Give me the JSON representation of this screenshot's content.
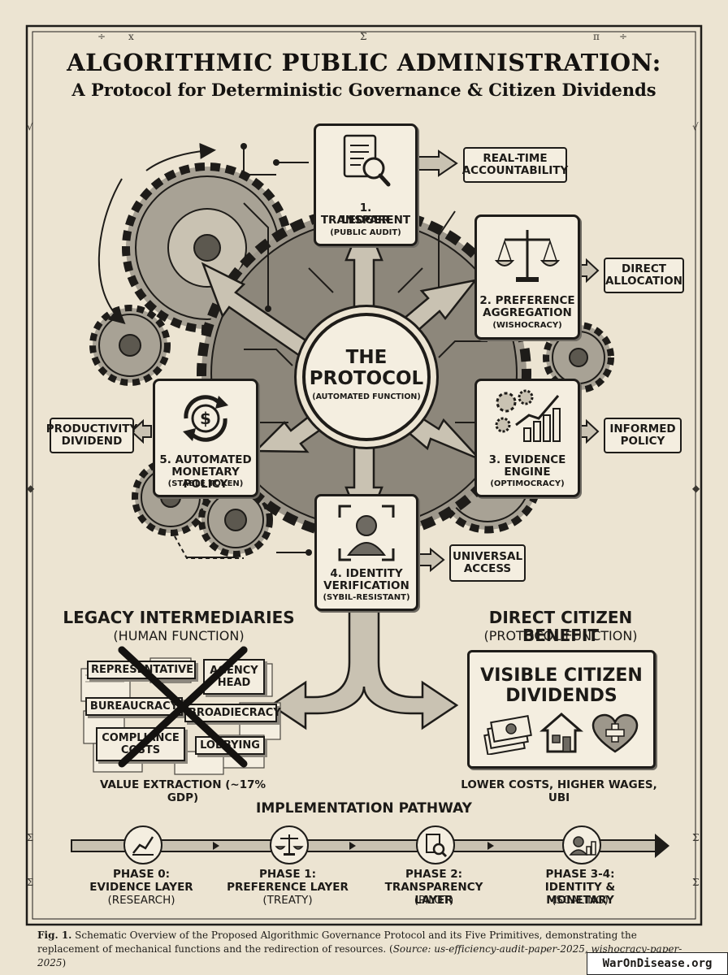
{
  "header": {
    "title": "ALGORITHMIC PUBLIC ADMINISTRATION:",
    "subtitle": "A Protocol for Deterministic Governance & Citizen Dividends"
  },
  "core": {
    "title_line1": "THE",
    "title_line2": "PROTOCOL",
    "subtitle": "(AUTOMATED FUNCTION)"
  },
  "primitives": [
    {
      "line1": "1. TRANSPARENT",
      "line2": "LEDGER",
      "sub": "(PUBLIC AUDIT)",
      "icon": "ledger-magnifier-icon"
    },
    {
      "line1": "2. PREFERENCE",
      "line2": "AGGREGATION",
      "sub": "(WISHOCRACY)",
      "icon": "balance-scale-icon"
    },
    {
      "line1": "3. EVIDENCE",
      "line2": "ENGINE",
      "sub": "(OPTIMOCRACY)",
      "icon": "gears-chart-icon"
    },
    {
      "line1": "4. IDENTITY",
      "line2": "VERIFICATION",
      "sub": "(SYBIL-RESISTANT)",
      "icon": "person-scan-icon"
    },
    {
      "line1": "5. AUTOMATED",
      "line2": "MONETARY POLICY",
      "sub": "(STABLE TOKEN)",
      "icon": "dollar-cycle-icon"
    }
  ],
  "outcomes": [
    {
      "line1": "REAL-TIME",
      "line2": "ACCOUNTABILITY"
    },
    {
      "line1": "DIRECT",
      "line2": "ALLOCATION"
    },
    {
      "line1": "INFORMED",
      "line2": "POLICY"
    },
    {
      "line1": "UNIVERSAL",
      "line2": "ACCESS"
    },
    {
      "line1": "PRODUCTIVITY",
      "line2": "DIVIDEND"
    }
  ],
  "legacy": {
    "heading": "LEGACY INTERMEDIARIES",
    "subheading": "(HUMAN FUNCTION)",
    "items": [
      "REPRESENTATIVE",
      "AGENCY HEAD",
      "BUREAUCRACY",
      "BROADIECRACY",
      "COMPLIANCE COSTS",
      "LOBBYING"
    ],
    "footer": "VALUE EXTRACTION (~17% GDP)"
  },
  "benefit": {
    "heading": "DIRECT CITIZEN BENEFIT",
    "subheading": "(PROTOCOL FUNCTION)",
    "box_line1": "VISIBLE CITIZEN",
    "box_line2": "DIVIDENDS",
    "icons": [
      "cash-icon",
      "house-icon",
      "heart-plus-icon"
    ],
    "footer": "LOWER COSTS, HIGHER WAGES, UBI"
  },
  "pathway": {
    "heading": "IMPLEMENTATION PATHWAY",
    "phases": [
      {
        "line1": "PHASE 0:",
        "line2": "EVIDENCE LAYER",
        "sub": "(RESEARCH)",
        "icon": "chart-icon"
      },
      {
        "line1": "PHASE 1:",
        "line2": "PREFERENCE LAYER",
        "sub": "(TREATY)",
        "icon": "scale-icon"
      },
      {
        "line1": "PHASE 2:",
        "line2": "TRANSPARENCY LAYER",
        "sub": "(PILOT)",
        "icon": "document-search-icon"
      },
      {
        "line1": "PHASE 3-4:",
        "line2": "IDENTITY & MONETARY",
        "sub": "(SCALING)",
        "icon": "identity-coin-icon"
      }
    ]
  },
  "caption": {
    "label": "Fig. 1.",
    "text": " Schematic Overview of the Proposed Algorithmic Governance Protocol and its Five Primitives, demonstrating the replacement of mechanical functions and the redirection of resources. (",
    "source_label": "Source: ",
    "source": "us-efficiency-audit-paper-2025, wishocracy-paper-2025",
    "close": ")"
  },
  "watermark": "WarOnDisease.org",
  "colors": {
    "paper": "#ece4d2",
    "ink": "#1c1a17",
    "box": "#f4eee0",
    "gear": "#9d978b"
  }
}
